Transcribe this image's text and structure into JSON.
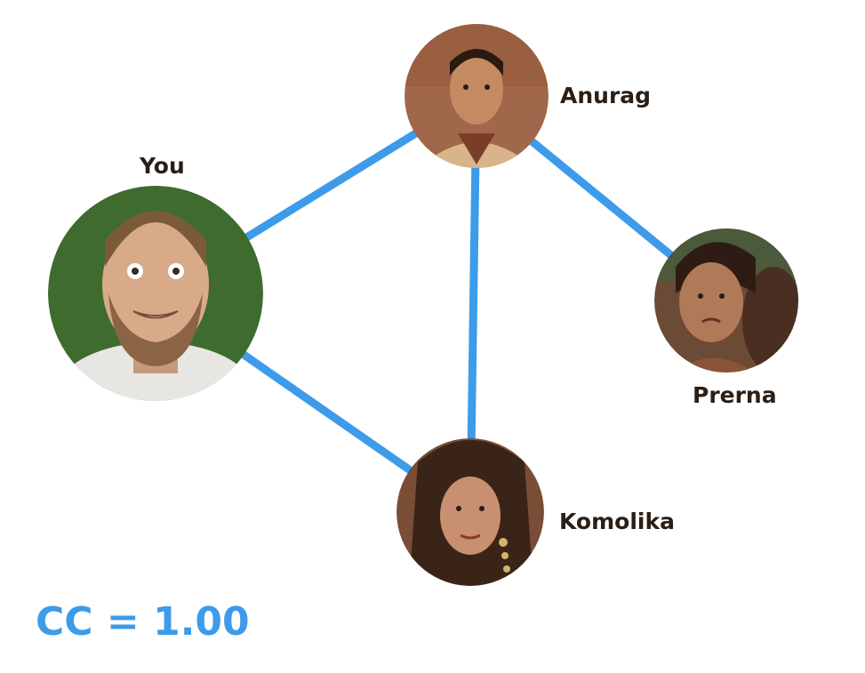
{
  "nodes": [
    {
      "id": "you",
      "label": "You",
      "avatar_color": "#3f6b2f"
    },
    {
      "id": "anurag",
      "label": "Anurag",
      "avatar_color": "#a0674a"
    },
    {
      "id": "prerna",
      "label": "Prerna",
      "avatar_color": "#6b4a36"
    },
    {
      "id": "komolika",
      "label": "Komolika",
      "avatar_color": "#7a4e36"
    }
  ],
  "edges": [
    [
      "you",
      "anurag"
    ],
    [
      "you",
      "komolika"
    ],
    [
      "anurag",
      "komolika"
    ],
    [
      "anurag",
      "prerna"
    ]
  ],
  "metric": {
    "text": "CC = 1.00"
  },
  "colors": {
    "edge": "#3d9be9",
    "label": "#2b1e14",
    "metric": "#3d9be9"
  }
}
